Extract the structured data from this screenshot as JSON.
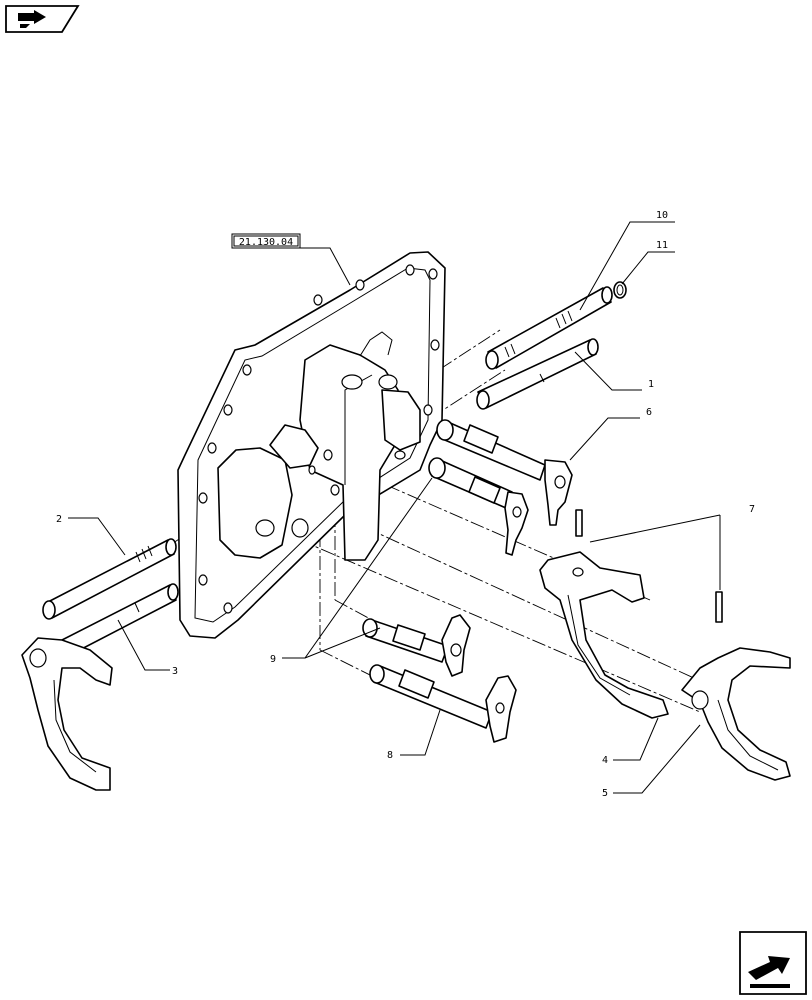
{
  "reference_code": "21.130.04",
  "callouts": {
    "c1": "1",
    "c2": "2",
    "c3": "3",
    "c4": "4",
    "c5": "5",
    "c6": "6",
    "c7": "7",
    "c8": "8",
    "c9": "9",
    "c10": "10",
    "c11": "11"
  },
  "icons": {
    "top_left": "previous-page-arrow-icon",
    "bottom_right": "next-page-arrow-icon"
  }
}
